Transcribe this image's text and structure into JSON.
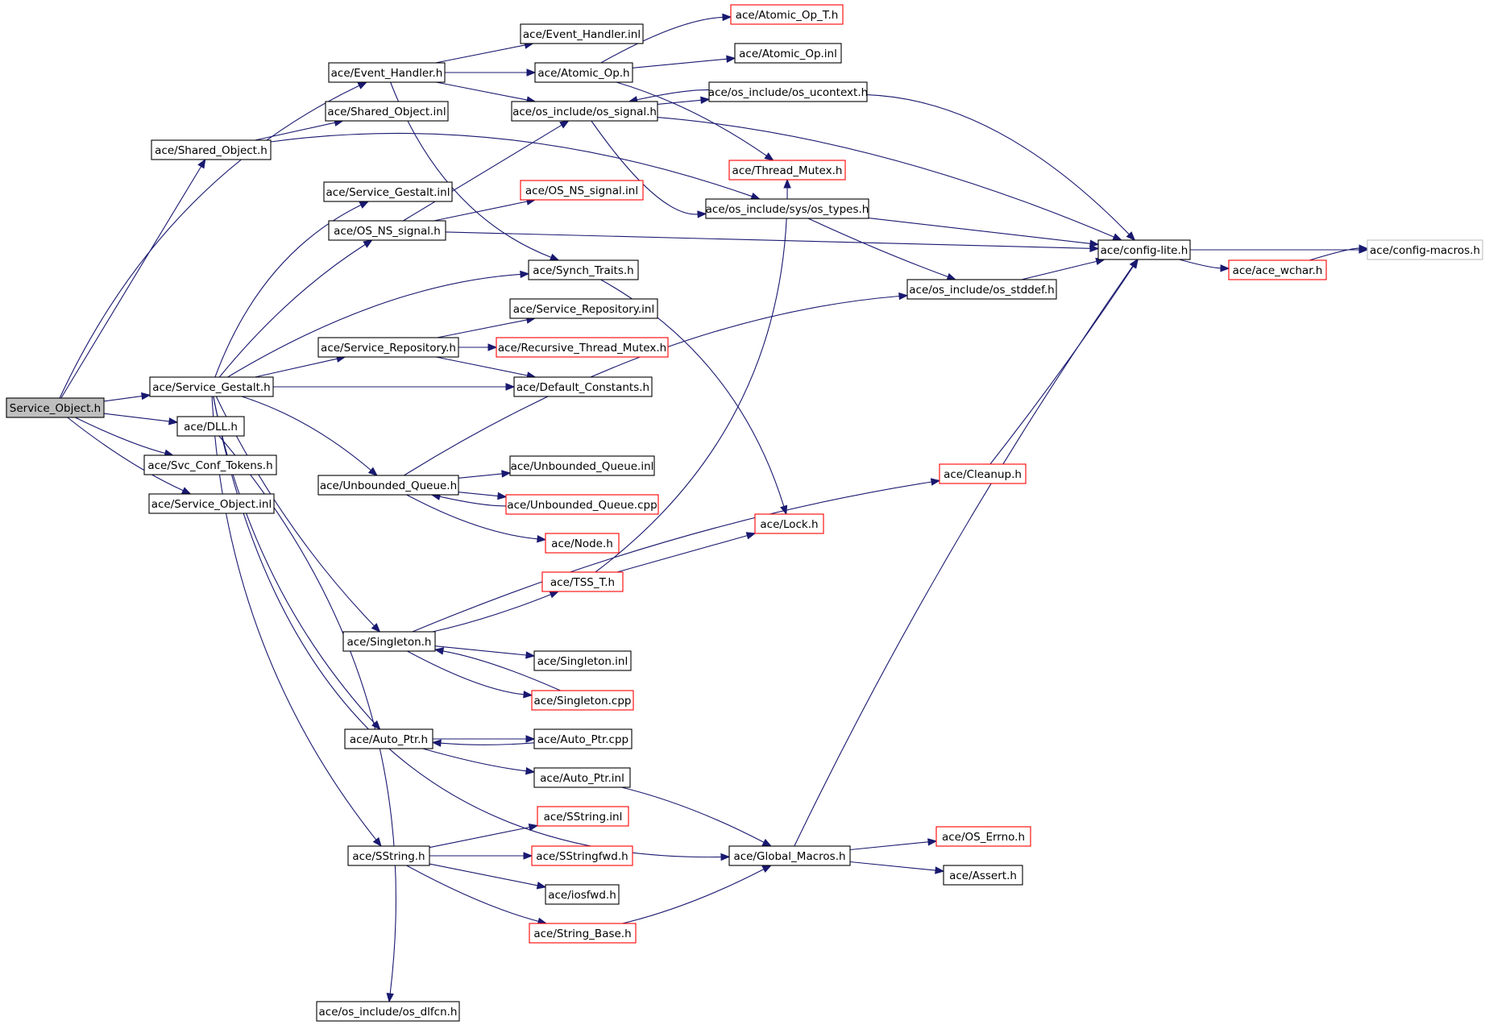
{
  "colors": {
    "edge": "#191970",
    "box_documented": "#000000",
    "box_undocumented": "#ff0000",
    "box_external": "#bfbfbf",
    "root_fill": "#bfbfbf",
    "fill": "#ffffff"
  },
  "nodes": {
    "service_object_h": {
      "label": "Service_Object.h",
      "kind": "root"
    },
    "event_handler_h": {
      "label": "ace/Event_Handler.h",
      "kind": "documented"
    },
    "event_handler_inl": {
      "label": "ace/Event_Handler.inl",
      "kind": "documented"
    },
    "atomic_op_t_h": {
      "label": "ace/Atomic_Op_T.h",
      "kind": "undocumented"
    },
    "atomic_op_h": {
      "label": "ace/Atomic_Op.h",
      "kind": "documented"
    },
    "atomic_op_inl": {
      "label": "ace/Atomic_Op.inl",
      "kind": "documented"
    },
    "shared_object_inl": {
      "label": "ace/Shared_Object.inl",
      "kind": "documented"
    },
    "os_signal_h": {
      "label": "ace/os_include/os_signal.h",
      "kind": "documented"
    },
    "os_ucontext_h": {
      "label": "ace/os_include/os_ucontext.h",
      "kind": "documented"
    },
    "shared_object_h": {
      "label": "ace/Shared_Object.h",
      "kind": "documented"
    },
    "thread_mutex_h": {
      "label": "ace/Thread_Mutex.h",
      "kind": "undocumented"
    },
    "service_gestalt_inl": {
      "label": "ace/Service_Gestalt.inl",
      "kind": "documented"
    },
    "os_ns_signal_inl": {
      "label": "ace/OS_NS_signal.inl",
      "kind": "undocumented"
    },
    "os_types_h": {
      "label": "ace/os_include/sys/os_types.h",
      "kind": "documented"
    },
    "os_ns_signal_h": {
      "label": "ace/OS_NS_signal.h",
      "kind": "documented"
    },
    "config_lite_h": {
      "label": "ace/config-lite.h",
      "kind": "documented"
    },
    "config_macros_h": {
      "label": "ace/config-macros.h",
      "kind": "external"
    },
    "synch_traits_h": {
      "label": "ace/Synch_Traits.h",
      "kind": "documented"
    },
    "ace_wchar_h": {
      "label": "ace/ace_wchar.h",
      "kind": "undocumented"
    },
    "os_stddef_h": {
      "label": "ace/os_include/os_stddef.h",
      "kind": "documented"
    },
    "service_repository_inl": {
      "label": "ace/Service_Repository.inl",
      "kind": "documented"
    },
    "service_repository_h": {
      "label": "ace/Service_Repository.h",
      "kind": "documented"
    },
    "recursive_thread_mutex_h": {
      "label": "ace/Recursive_Thread_Mutex.h",
      "kind": "undocumented"
    },
    "service_gestalt_h": {
      "label": "ace/Service_Gestalt.h",
      "kind": "documented"
    },
    "default_constants_h": {
      "label": "ace/Default_Constants.h",
      "kind": "documented"
    },
    "dll_h": {
      "label": "ace/DLL.h",
      "kind": "documented"
    },
    "svc_conf_tokens_h": {
      "label": "ace/Svc_Conf_Tokens.h",
      "kind": "documented"
    },
    "unbounded_queue_inl": {
      "label": "ace/Unbounded_Queue.inl",
      "kind": "documented"
    },
    "cleanup_h": {
      "label": "ace/Cleanup.h",
      "kind": "undocumented"
    },
    "service_object_inl": {
      "label": "ace/Service_Object.inl",
      "kind": "documented"
    },
    "unbounded_queue_h": {
      "label": "ace/Unbounded_Queue.h",
      "kind": "documented"
    },
    "unbounded_queue_cpp": {
      "label": "ace/Unbounded_Queue.cpp",
      "kind": "undocumented"
    },
    "lock_h": {
      "label": "ace/Lock.h",
      "kind": "undocumented"
    },
    "node_h": {
      "label": "ace/Node.h",
      "kind": "undocumented"
    },
    "tss_t_h": {
      "label": "ace/TSS_T.h",
      "kind": "undocumented"
    },
    "singleton_h": {
      "label": "ace/Singleton.h",
      "kind": "documented"
    },
    "singleton_inl": {
      "label": "ace/Singleton.inl",
      "kind": "documented"
    },
    "singleton_cpp": {
      "label": "ace/Singleton.cpp",
      "kind": "undocumented"
    },
    "auto_ptr_h": {
      "label": "ace/Auto_Ptr.h",
      "kind": "documented"
    },
    "auto_ptr_cpp": {
      "label": "ace/Auto_Ptr.cpp",
      "kind": "documented"
    },
    "auto_ptr_inl": {
      "label": "ace/Auto_Ptr.inl",
      "kind": "documented"
    },
    "sstring_inl": {
      "label": "ace/SString.inl",
      "kind": "undocumented"
    },
    "os_errno_h": {
      "label": "ace/OS_Errno.h",
      "kind": "undocumented"
    },
    "sstring_h": {
      "label": "ace/SString.h",
      "kind": "documented"
    },
    "sstringfwd_h": {
      "label": "ace/SStringfwd.h",
      "kind": "undocumented"
    },
    "global_macros_h": {
      "label": "ace/Global_Macros.h",
      "kind": "documented"
    },
    "assert_h": {
      "label": "ace/Assert.h",
      "kind": "documented"
    },
    "iosfwd_h": {
      "label": "ace/iosfwd.h",
      "kind": "documented"
    },
    "string_base_h": {
      "label": "ace/String_Base.h",
      "kind": "undocumented"
    },
    "os_dlfcn_h": {
      "label": "ace/os_include/os_dlfcn.h",
      "kind": "documented"
    }
  },
  "edges": [
    [
      "service_object_h",
      "event_handler_h"
    ],
    [
      "service_object_h",
      "shared_object_h"
    ],
    [
      "service_object_h",
      "service_gestalt_h"
    ],
    [
      "service_object_h",
      "dll_h"
    ],
    [
      "service_object_h",
      "svc_conf_tokens_h"
    ],
    [
      "service_object_h",
      "service_object_inl"
    ],
    [
      "event_handler_h",
      "event_handler_inl"
    ],
    [
      "event_handler_h",
      "atomic_op_h"
    ],
    [
      "event_handler_h",
      "os_signal_h"
    ],
    [
      "event_handler_h",
      "synch_traits_h"
    ],
    [
      "atomic_op_h",
      "atomic_op_t_h"
    ],
    [
      "atomic_op_h",
      "atomic_op_inl"
    ],
    [
      "atomic_op_h",
      "thread_mutex_h"
    ],
    [
      "shared_object_h",
      "shared_object_inl"
    ],
    [
      "shared_object_h",
      "os_types_h"
    ],
    [
      "os_signal_h",
      "os_ucontext_h"
    ],
    [
      "os_signal_h",
      "config_lite_h"
    ],
    [
      "os_signal_h",
      "os_types_h"
    ],
    [
      "os_ucontext_h",
      "os_signal_h"
    ],
    [
      "os_ucontext_h",
      "config_lite_h"
    ],
    [
      "os_types_h",
      "config_lite_h"
    ],
    [
      "os_types_h",
      "os_stddef_h"
    ],
    [
      "os_stddef_h",
      "config_lite_h"
    ],
    [
      "config_lite_h",
      "config_macros_h"
    ],
    [
      "config_lite_h",
      "ace_wchar_h"
    ],
    [
      "ace_wchar_h",
      "config_macros_h"
    ],
    [
      "os_ns_signal_h",
      "os_signal_h"
    ],
    [
      "os_ns_signal_h",
      "os_ns_signal_inl"
    ],
    [
      "os_ns_signal_h",
      "config_lite_h"
    ],
    [
      "synch_traits_h",
      "lock_h"
    ],
    [
      "service_gestalt_h",
      "service_gestalt_inl"
    ],
    [
      "service_gestalt_h",
      "os_ns_signal_h"
    ],
    [
      "service_gestalt_h",
      "synch_traits_h"
    ],
    [
      "service_gestalt_h",
      "service_repository_h"
    ],
    [
      "service_gestalt_h",
      "default_constants_h"
    ],
    [
      "service_gestalt_h",
      "unbounded_queue_h"
    ],
    [
      "service_gestalt_h",
      "singleton_h"
    ],
    [
      "service_gestalt_h",
      "auto_ptr_h"
    ],
    [
      "service_gestalt_h",
      "sstring_h"
    ],
    [
      "service_gestalt_h",
      "global_macros_h"
    ],
    [
      "service_repository_h",
      "service_repository_inl"
    ],
    [
      "service_repository_h",
      "recursive_thread_mutex_h"
    ],
    [
      "service_repository_h",
      "default_constants_h"
    ],
    [
      "dll_h",
      "os_dlfcn_h"
    ],
    [
      "unbounded_queue_h",
      "os_stddef_h"
    ],
    [
      "unbounded_queue_h",
      "unbounded_queue_inl"
    ],
    [
      "unbounded_queue_h",
      "unbounded_queue_cpp"
    ],
    [
      "unbounded_queue_h",
      "node_h"
    ],
    [
      "unbounded_queue_cpp",
      "unbounded_queue_h"
    ],
    [
      "tss_t_h",
      "lock_h"
    ],
    [
      "tss_t_h",
      "thread_mutex_h"
    ],
    [
      "singleton_h",
      "tss_t_h"
    ],
    [
      "singleton_h",
      "cleanup_h"
    ],
    [
      "singleton_h",
      "singleton_inl"
    ],
    [
      "singleton_h",
      "singleton_cpp"
    ],
    [
      "singleton_cpp",
      "singleton_h"
    ],
    [
      "cleanup_h",
      "config_lite_h"
    ],
    [
      "auto_ptr_h",
      "auto_ptr_cpp"
    ],
    [
      "auto_ptr_h",
      "auto_ptr_inl"
    ],
    [
      "auto_ptr_cpp",
      "auto_ptr_h"
    ],
    [
      "auto_ptr_inl",
      "global_macros_h"
    ],
    [
      "sstring_h",
      "sstring_inl"
    ],
    [
      "sstring_h",
      "sstringfwd_h"
    ],
    [
      "sstring_h",
      "iosfwd_h"
    ],
    [
      "sstring_h",
      "string_base_h"
    ],
    [
      "string_base_h",
      "global_macros_h"
    ],
    [
      "global_macros_h",
      "os_errno_h"
    ],
    [
      "global_macros_h",
      "assert_h"
    ],
    [
      "global_macros_h",
      "config_lite_h"
    ]
  ]
}
